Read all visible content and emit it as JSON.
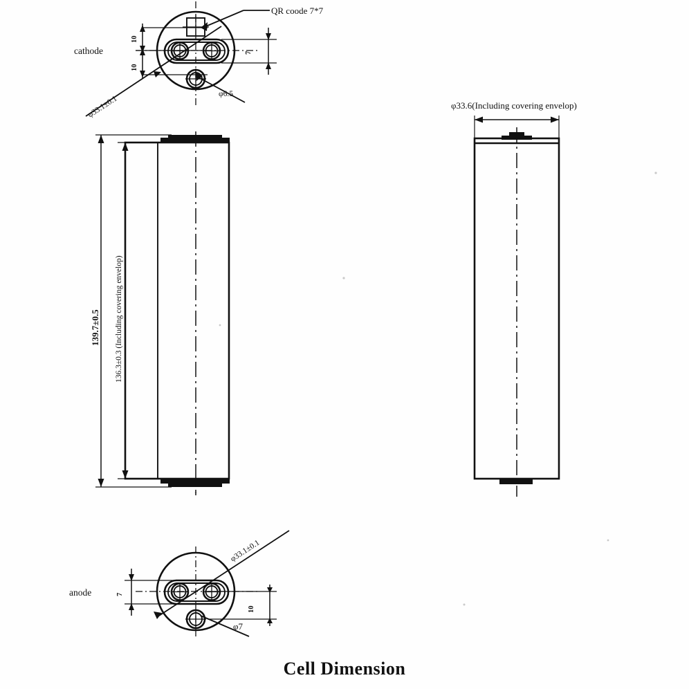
{
  "sheet": {
    "title": "Cell Dimension",
    "background_color": "#fefefe",
    "line_color": "#111111"
  },
  "views": [
    {
      "id": "cathode-end-view",
      "part_label": "cathode",
      "annotations": [
        {
          "id": "qr-code",
          "text": "QR coode 7*7",
          "rotation": 0
        },
        {
          "id": "outer-diameter",
          "text": "φ33.1±0.1",
          "rotation": -33
        },
        {
          "id": "vent-diameter",
          "text": "φ6.5",
          "rotation": -33
        },
        {
          "id": "terminal-pitch-upper",
          "text": "10",
          "rotation": -90
        },
        {
          "id": "terminal-pitch-lower",
          "text": "10",
          "rotation": -90
        },
        {
          "id": "terminal-width",
          "text": "7",
          "rotation": -90
        }
      ]
    },
    {
      "id": "anode-end-view",
      "part_label": "anode",
      "annotations": [
        {
          "id": "outer-diameter",
          "text": "φ33.1±0.1",
          "rotation": -33
        },
        {
          "id": "vent-diameter",
          "text": "φ7",
          "rotation": 0
        },
        {
          "id": "terminal-width",
          "text": "7",
          "rotation": -90
        },
        {
          "id": "terminal-pitch",
          "text": "10",
          "rotation": -90
        }
      ]
    },
    {
      "id": "front-elevation-view",
      "annotations": [
        {
          "id": "overall-height",
          "text": "139.7±0.5",
          "rotation": -90,
          "bold": true
        },
        {
          "id": "can-height",
          "text": "136.3±0.3 (Including covering envelop)",
          "rotation": -90,
          "bold": false
        }
      ]
    },
    {
      "id": "side-elevation-view",
      "annotations": [
        {
          "id": "overall-diameter",
          "text": "φ33.6(Including covering envelop)",
          "rotation": 0
        }
      ]
    }
  ],
  "dimensions": {
    "overall_height": "139.7±0.5",
    "can_height": "136.3±0.3 (Including covering envelop)",
    "outer_diameter": "φ33.1±0.1",
    "envelop_diameter": "φ33.6(Including covering envelop)",
    "cathode_vent": "φ6.5",
    "anode_vent": "φ7",
    "terminal_pitch": "10",
    "terminal_width": "7",
    "qr_code": "QR coode 7*7"
  },
  "labels": {
    "cathode": "cathode",
    "anode": "anode",
    "qr_code": "QR coode 7*7",
    "phi_33_1": "φ33.1±0.1",
    "phi_33_1_anode": "φ33.1±0.1",
    "phi_6_5": "φ6.5",
    "phi_7": "φ7",
    "phi_33_6": "φ33.6(Including covering envelop)",
    "ten_a": "10",
    "ten_b": "10",
    "ten_c": "10",
    "seven_a": "7",
    "seven_b": "7",
    "height_overall": "139.7±0.5",
    "height_can": "136.3±0.3 (Including covering envelop)",
    "title": "Cell Dimension"
  }
}
